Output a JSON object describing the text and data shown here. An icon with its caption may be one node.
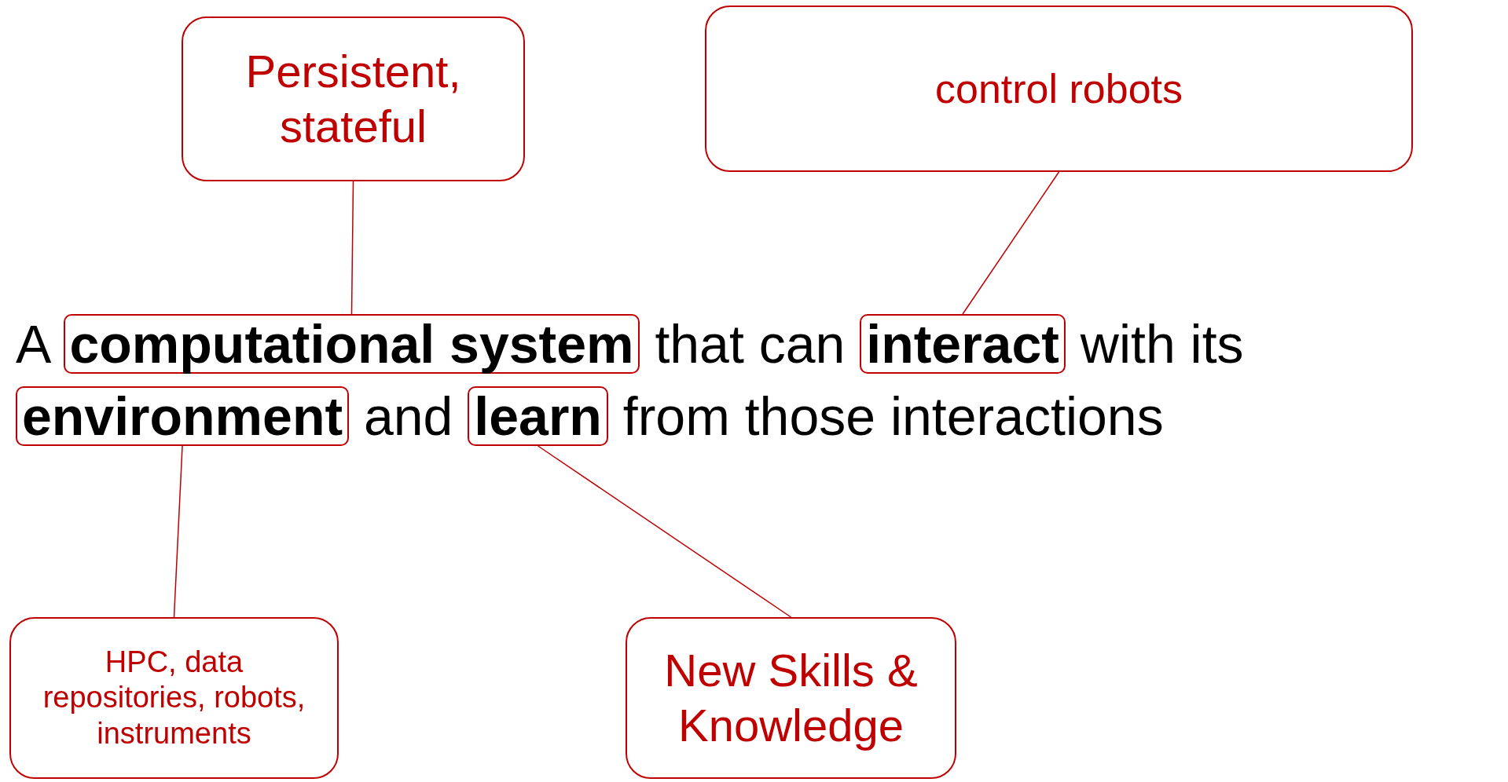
{
  "diagram": {
    "nodes": [
      {
        "text": [
          "Persistent, stateful"
        ]
      },
      {
        "text": [
          "control robots"
        ]
      },
      {
        "text": [
          "computational system"
        ]
      },
      {
        "text": [
          "interact"
        ]
      },
      {
        "text": [
          "environment"
        ]
      },
      {
        "text": [
          "learn"
        ]
      },
      {
        "text": [
          "HPC, data repositories, robots, instruments"
        ]
      },
      {
        "text": [
          "New Skills & Knowledge"
        ]
      }
    ],
    "edges": [
      {
        "from": 0,
        "to": 2,
        "arrow": "none"
      },
      {
        "from": 1,
        "to": 3,
        "arrow": "none"
      },
      {
        "from": 4,
        "to": 6,
        "arrow": "none"
      },
      {
        "from": 5,
        "to": 7,
        "arrow": "none"
      }
    ],
    "labels": [
      "A",
      "that can",
      "with its",
      "and",
      "from those interactions"
    ]
  }
}
